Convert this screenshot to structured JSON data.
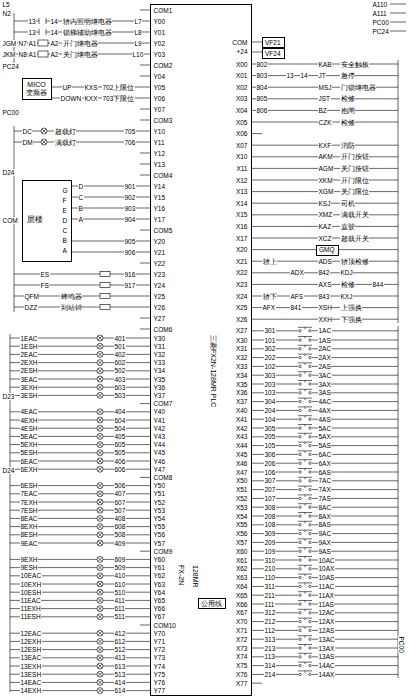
{
  "diagram": {
    "nodes": [
      {
        "text": [
          "FX-2N",
          "128MR",
          "三菱FX2N-128MR PLC"
        ]
      },
      {
        "text": [
          "MICO 变频器"
        ]
      },
      {
        "text": [
          "层楼"
        ]
      },
      {
        "text": [
          "VF21"
        ]
      },
      {
        "text": [
          "VF24"
        ]
      },
      {
        "text": [
          "GMQ"
        ]
      },
      {
        "text": [
          "公用线"
        ]
      }
    ],
    "edges": [
      {
        "from": 1,
        "to": 0,
        "arrow": "none"
      },
      {
        "from": 2,
        "to": 0,
        "arrow": "none"
      }
    ],
    "labels": [
      "COM1",
      "Y00",
      "Y01",
      "Y02",
      "Y03",
      "COM2",
      "Y04",
      "Y05",
      "Y06",
      "Y07",
      "COM3",
      "Y10",
      "Y11",
      "Y12",
      "Y13",
      "COM4",
      "Y14",
      "Y15",
      "Y16",
      "Y17",
      "COM5",
      "Y20",
      "Y21",
      "Y22",
      "Y23",
      "Y24",
      "Y25",
      "Y26",
      "Y27",
      "COM6",
      "Y30",
      "Y31",
      "Y32",
      "Y33",
      "Y34",
      "Y35",
      "Y36",
      "Y37",
      "COM7",
      "Y40",
      "Y41",
      "Y42",
      "Y43",
      "Y44",
      "Y45",
      "Y46",
      "Y47",
      "COM8",
      "Y50",
      "Y51",
      "Y52",
      "Y53",
      "Y54",
      "Y55",
      "Y56",
      "Y57",
      "COM9",
      "Y60",
      "Y61",
      "Y62",
      "Y63",
      "Y64",
      "Y65",
      "Y66",
      "Y67",
      "COM10",
      "Y70",
      "Y71",
      "Y72",
      "Y73",
      "Y74",
      "Y75",
      "Y76",
      "Y77",
      "COM",
      "+24",
      "X00",
      "X01",
      "X02",
      "X03",
      "X04",
      "X05",
      "X06",
      "X07",
      "X10",
      "X11",
      "X12",
      "X13",
      "X14",
      "X15",
      "X16",
      "X17",
      "X20",
      "X21",
      "X22",
      "X23",
      "X24",
      "X25",
      "X26",
      "X27",
      "X30",
      "X31",
      "X32",
      "X33",
      "X34",
      "X35",
      "X36",
      "X37",
      "X40",
      "X41",
      "X42",
      "X43",
      "X44",
      "X45",
      "X46",
      "X47",
      "X50",
      "X51",
      "X52",
      "X53",
      "X54",
      "X55",
      "X56",
      "X57",
      "X60",
      "X61",
      "X62",
      "X63",
      "X64",
      "X65",
      "X66",
      "X67",
      "X70",
      "X71",
      "X72",
      "X73",
      "X74",
      "X75",
      "X76",
      "X77",
      "1EAC",
      "1ESH",
      "2EAC",
      "2EXH",
      "2ESH",
      "3EAC",
      "3EXH",
      "3ESH",
      "4EAC",
      "4EXH",
      "4ESH",
      "5EAC",
      "5EXH",
      "5ESH",
      "6EAC",
      "6EXH",
      "6ESH",
      "7EAC",
      "7EXH",
      "7ESH",
      "8EAC",
      "8EXH",
      "8ESH",
      "9EAC",
      "9EXH",
      "9ESH",
      "10EAC",
      "10EXH",
      "10ESH",
      "11EAC",
      "11EXH",
      "11ESH",
      "12EAC",
      "12EXH",
      "12ESH",
      "13EAC",
      "13EXH",
      "13ESH",
      "14EAC",
      "14EXH",
      "401",
      "501",
      "402",
      "602",
      "502",
      "403",
      "603",
      "503",
      "404",
      "604",
      "504",
      "405",
      "605",
      "505",
      "406",
      "606",
      "506",
      "407",
      "607",
      "507",
      "408",
      "608",
      "508",
      "409",
      "609",
      "509",
      "410",
      "610",
      "510",
      "411",
      "611",
      "511",
      "412",
      "612",
      "512",
      "413",
      "613",
      "513",
      "414",
      "614",
      "1AC",
      "1AS",
      "2AC",
      "2AX",
      "2AS",
      "3AC",
      "3AX",
      "3AS",
      "4AC",
      "4AX",
      "4AS",
      "5AC",
      "5AX",
      "5AS",
      "6AC",
      "6AX",
      "6AS",
      "7AC",
      "7AX",
      "7AS",
      "8AC",
      "8AX",
      "8AS",
      "9AC",
      "9AX",
      "9AS",
      "10AC",
      "10AX",
      "10AS",
      "11AC",
      "11AX",
      "11AS",
      "12AC",
      "12AX",
      "12AS",
      "13AC",
      "13AX",
      "13AS",
      "14AC",
      "14AX",
      "301",
      "101",
      "302",
      "202",
      "102",
      "303",
      "203",
      "103",
      "304",
      "204",
      "104",
      "305",
      "205",
      "105",
      "306",
      "206",
      "106",
      "307",
      "207",
      "107",
      "308",
      "208",
      "108",
      "309",
      "209",
      "109",
      "310",
      "210",
      "110",
      "311",
      "211",
      "111",
      "312",
      "212",
      "112",
      "313",
      "213",
      "113",
      "314",
      "214",
      "L5",
      "N2",
      "13",
      "14",
      "轿内照明继电器",
      "L7",
      "13",
      "14",
      "锁梯辅助继电器",
      "L8",
      "JGM",
      "N7",
      "A1",
      "A2",
      "开门继电器",
      "L9",
      "JKM",
      "N8",
      "A1",
      "A2",
      "关门继电器",
      "L10",
      "PC24",
      "UP",
      "KXS",
      "702上限位",
      "DOWN",
      "KXX",
      "703下限位",
      "PC00",
      "DC",
      "超载灯",
      "705",
      "DM",
      "满载灯",
      "706",
      "D24",
      "COM",
      "D",
      "C",
      "B",
      "A",
      "901",
      "902",
      "903",
      "904",
      "905",
      "906",
      "G",
      "F",
      "E",
      "D",
      "C",
      "B",
      "A",
      "ES",
      "916",
      "FS",
      "917",
      "QFM",
      "蜂鸣器",
      "DZZ",
      "到站钟",
      "D23",
      "D24",
      "A110",
      "A111",
      "PC00",
      "PC24",
      "802",
      "803",
      "804",
      "805",
      "806",
      "KAB",
      "安全触板",
      "13",
      "14",
      "JT",
      "急停",
      "MSJ",
      "门锁继电器",
      "JST",
      "检修",
      "BZ",
      "抱闸",
      "CZK",
      "检修",
      "KXF",
      "消防",
      "AKM",
      "开门按钮",
      "AGM",
      "关门按钮",
      "XKM",
      "开门限位",
      "XGM",
      "关门限位",
      "KSJ",
      "司机",
      "XMZ",
      "满载开关",
      "KAZ",
      "直驶",
      "XCZ",
      "超载开关",
      "轿上",
      "ADS",
      "轿顶检修",
      "ADX",
      "842",
      "KDJ",
      "AXS",
      "检修",
      "844",
      "轿下",
      "AFS",
      "843",
      "KXJ",
      "AFX",
      "841",
      "XSH",
      "上强换",
      "XXH",
      "下强换",
      "PC00"
    ]
  }
}
